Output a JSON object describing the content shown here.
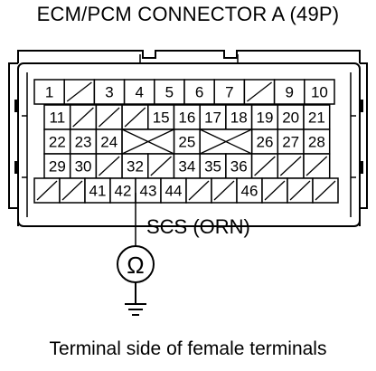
{
  "title": "ECM/PCM CONNECTOR A (49P)",
  "caption": "Terminal side of female terminals",
  "probe_label": "SCS (ORN)",
  "meter_symbol": "Ω",
  "meter_icon": "ohmmeter-icon",
  "ground_icon": "ground-icon",
  "probed_terminal": "43",
  "connector": {
    "rows": [
      [
        "1",
        "",
        "3",
        "4",
        "5",
        "6",
        "7",
        "",
        "9",
        "10"
      ],
      [
        "11",
        "",
        "",
        "",
        "15",
        "16",
        "17",
        "18",
        "19",
        "20",
        "21"
      ],
      [
        "22",
        "23",
        "24",
        "",
        "",
        "25",
        "",
        "",
        "26",
        "27",
        "28"
      ],
      [
        "29",
        "30",
        "",
        "32",
        "",
        "34",
        "35",
        "36",
        "",
        "",
        ""
      ],
      [
        "",
        "",
        "41",
        "42",
        "43",
        "44",
        "",
        "",
        "46",
        "",
        "",
        ""
      ]
    ]
  }
}
